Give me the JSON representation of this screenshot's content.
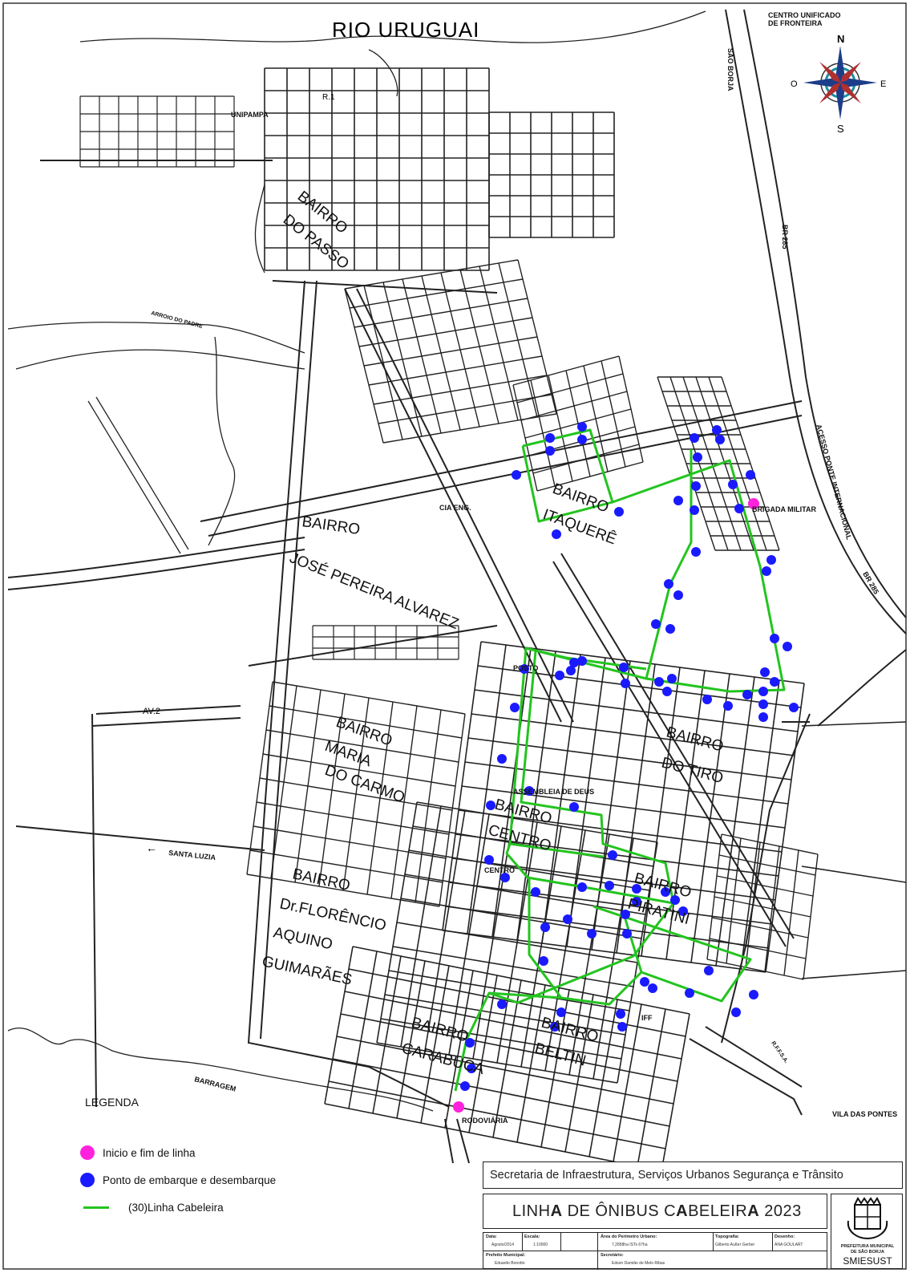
{
  "map": {
    "river_label": "RIO URUGUAI",
    "top_right_label_1": "CENTRO UNIFICADO",
    "top_right_label_2": "DE FRONTEIRA",
    "compass": {
      "n": "N",
      "s": "S",
      "e": "E",
      "w": "O"
    },
    "road_labels": {
      "sao_borja": "SÃO BORJA",
      "br285_a": "BR 285",
      "br285_b": "BR 285",
      "acesso_ponte": "ACESSO PONTE INTERNACIONAL",
      "arroio_padre": "ARROIO DO PADRE",
      "av2": "AV.2",
      "santa_luzia": "SANTA LUZIA",
      "barragem": "BARRAGEM",
      "vila_pontes": "VILA DAS PONTES",
      "rffsa": "R.F.F.S.A.",
      "r1": "R.1"
    },
    "place_labels": {
      "unipampa": "UNIPAMPA",
      "brigada": "BRIGADA MILITAR",
      "cia_eng": "CIA ENG.",
      "posto": "POSTO",
      "assembleia": "ASSEMBLEIA DE DEUS",
      "centro": "CENTRO",
      "iff": "IFF",
      "rodoviaria": "RODOVIÁRIA"
    },
    "bairros": {
      "passo_1": "BAIRRO",
      "passo_2": "DO PASSO",
      "itaquere_1": "BAIRRO",
      "itaquere_2": "ITAQUERÊ",
      "jose_1": "BAIRRO",
      "jose_2": "JOSÉ PEREIRA ALVAREZ",
      "maria_1": "BAIRRO",
      "maria_2": "MARIA",
      "maria_3": "DO CARMO",
      "tiro_1": "BAIRRO",
      "tiro_2": "DO TIRO",
      "centro_1": "BAIRRO",
      "centro_2": "CENTRO",
      "florencio_1": "BAIRRO",
      "florencio_2": "Dr.FLORÊNCIO",
      "florencio_3": "AQUINO",
      "florencio_4": "GUIMARÃES",
      "piratini_1": "BAIRRO",
      "piratini_2": "PIRATINI",
      "carabuca_1": "BAIRRO",
      "carabuca_2": "CARABUCA",
      "beltin_1": "BAIRRO",
      "beltin_2": "BELTIN"
    },
    "route_color": "#23c41f",
    "stop_color": "#1a1aff",
    "terminal_color": "#ff22dd"
  },
  "legend": {
    "title": "LEGENDA",
    "items": [
      {
        "label": "Inicio e fim de linha",
        "color": "#ff22dd"
      },
      {
        "label": "Ponto de embarque e desembarque",
        "color": "#1a1aff"
      },
      {
        "label": "(30)Linha Cabeleira",
        "color": "#23c41f"
      }
    ]
  },
  "title_block": {
    "department": "Secretaria de Infraestrutura, Serviços Urbanos Segurança e Trânsito",
    "title_pre": "LINH",
    "title_a1": "A",
    "title_mid": " DE ÔNIBUS C",
    "title_a2": "A",
    "title_mid2": "BELEIR",
    "title_a3": "A",
    "title_year": " 2023",
    "data_label": "Data:",
    "data_value": "Agosto/2014",
    "escala_label": "Escala:",
    "escala_value": "1:10000",
    "area_label": "Área do Perímetro Urbano:",
    "area_value": "7,2858ha  ISTs  67ha",
    "topo_label": "Topografia:",
    "topo_value": "Gilberto Außer Gerber",
    "desenho_label": "Desenho:",
    "desenho_value": "ANA GOULART",
    "prefeito_label": "Prefeito Municipal:",
    "prefeito_value": "Eduardo Bonotto",
    "secretario_label": "Secretário:",
    "secretario_value": "Edson Damião de Melo Ribas",
    "crest_caption_1": "PREFEITURA MUNICIPAL",
    "crest_caption_2": "DE SÃO BORJA",
    "crest_caption_3": "SMIESUST"
  }
}
